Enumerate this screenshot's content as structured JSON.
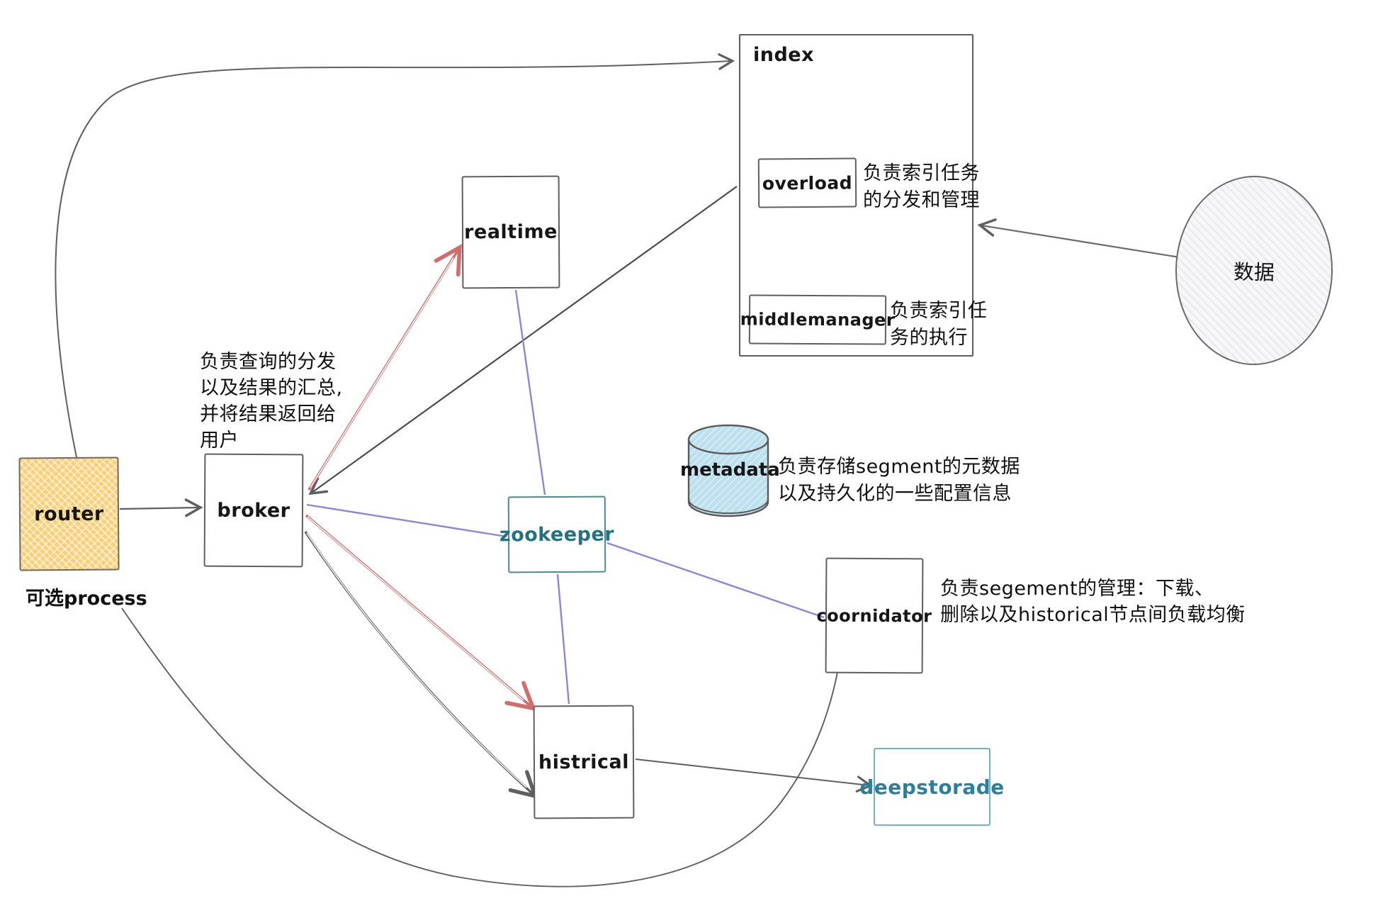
{
  "diagram": {
    "title": "druid-architecture-sketch",
    "nodes": {
      "router": {
        "label": "router",
        "caption": "可选process"
      },
      "broker": {
        "label": "broker",
        "note": "负责查询的分发\n以及结果的汇总,\n并将结果返回给\n用户"
      },
      "realtime": {
        "label": "realtime"
      },
      "index": {
        "label": "index"
      },
      "overload": {
        "label": "overload",
        "note": "负责索引任务\n的分发和管理"
      },
      "middlemanager": {
        "label": "middlemanager",
        "note": "负责索引任\n务的执行"
      },
      "data_source": {
        "label": "数据"
      },
      "metadata": {
        "label": "metadata",
        "note": "负责存储segment的元数据\n以及持久化的一些配置信息"
      },
      "zookeeper": {
        "label": "zookeeper"
      },
      "coordinator": {
        "label": "coornidator",
        "note": "负责segement的管理：下载、\n删除以及historical节点间负载均衡"
      },
      "historical": {
        "label": "histrical"
      },
      "deepstorage": {
        "label": "deepstorade"
      }
    },
    "edges": [
      {
        "from": "router",
        "to": "index",
        "color": "gray",
        "arrow": "index"
      },
      {
        "from": "router",
        "to": "broker",
        "color": "gray",
        "arrow": "broker"
      },
      {
        "from": "index",
        "to": "broker",
        "color": "gray",
        "arrow": "broker"
      },
      {
        "from": "broker",
        "to": "realtime",
        "color": "red",
        "arrow": "realtime"
      },
      {
        "from": "broker",
        "to": "historical",
        "color": "red",
        "arrow": "historical"
      },
      {
        "from": "broker",
        "to": "historical",
        "color": "gray",
        "arrow": "historical"
      },
      {
        "from": "broker",
        "to": "zookeeper",
        "color": "purple",
        "arrow": "none"
      },
      {
        "from": "realtime",
        "to": "zookeeper",
        "color": "purple",
        "arrow": "none"
      },
      {
        "from": "zookeeper",
        "to": "historical",
        "color": "purple",
        "arrow": "none"
      },
      {
        "from": "zookeeper",
        "to": "coordinator",
        "color": "purple",
        "arrow": "none"
      },
      {
        "from": "historical",
        "to": "deepstorage",
        "color": "gray",
        "arrow": "deepstorage"
      },
      {
        "from": "router",
        "to": "coordinator",
        "color": "gray",
        "arrow": "coordinator"
      },
      {
        "from": "data_source",
        "to": "index",
        "color": "gray",
        "arrow": "index"
      }
    ],
    "colors": {
      "line_gray": "#5f5f5f",
      "line_red": "#cf6f6d",
      "line_purple": "#8d84de",
      "teal_text": "#24727f",
      "teal_border": "#4d8a92",
      "deepstorage_border": "#6fb3c6",
      "router_fill": "#f8d07a",
      "metadata_fill": "#bce0ee",
      "data_fill": "#f7f7f9"
    }
  }
}
